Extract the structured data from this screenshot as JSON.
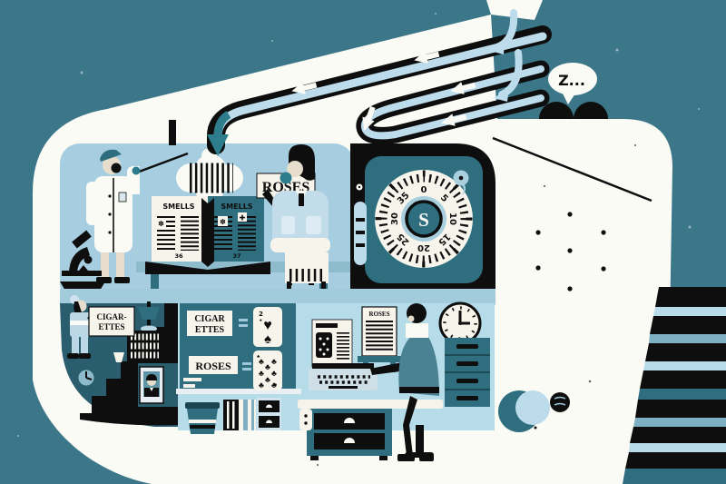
{
  "scene": {
    "sleep_bubble_text": "Z...",
    "colors": {
      "background_teal": "#3c7689",
      "upper_room_blue": "#a6cde0",
      "lower_room_blue": "#b6dbe9",
      "basement_teal": "#2a5d6e",
      "dark_teal": "#2e6e7e",
      "black": "#0e0e0e",
      "paper_white": "#f5f2ea",
      "pipe_core_blue": "#bcdcec",
      "stripe_mid_blue": "#7fafc2",
      "skin": "#e7ddcc"
    }
  },
  "upper_room": {
    "book": {
      "left_title": "SMELLS",
      "left_page_number": "36",
      "right_title": "SMELLS",
      "right_page_number": "37"
    },
    "roses_sign_text": "ROSES"
  },
  "safe": {
    "dial_center_label": "S",
    "dial_numbers": [
      "0",
      "5",
      "10",
      "15",
      "20",
      "25",
      "30",
      "35"
    ]
  },
  "blackboard": {
    "cigarettes_line1": "CIGAR",
    "cigarettes_line2": "ETTES",
    "card_hearts_rank": "2",
    "roses_label": "ROSES"
  },
  "desk_area": {
    "paper_stack_label": "ROSES"
  },
  "basement": {
    "sign_line1": "CIGAR-",
    "sign_line2": "ETTES"
  }
}
